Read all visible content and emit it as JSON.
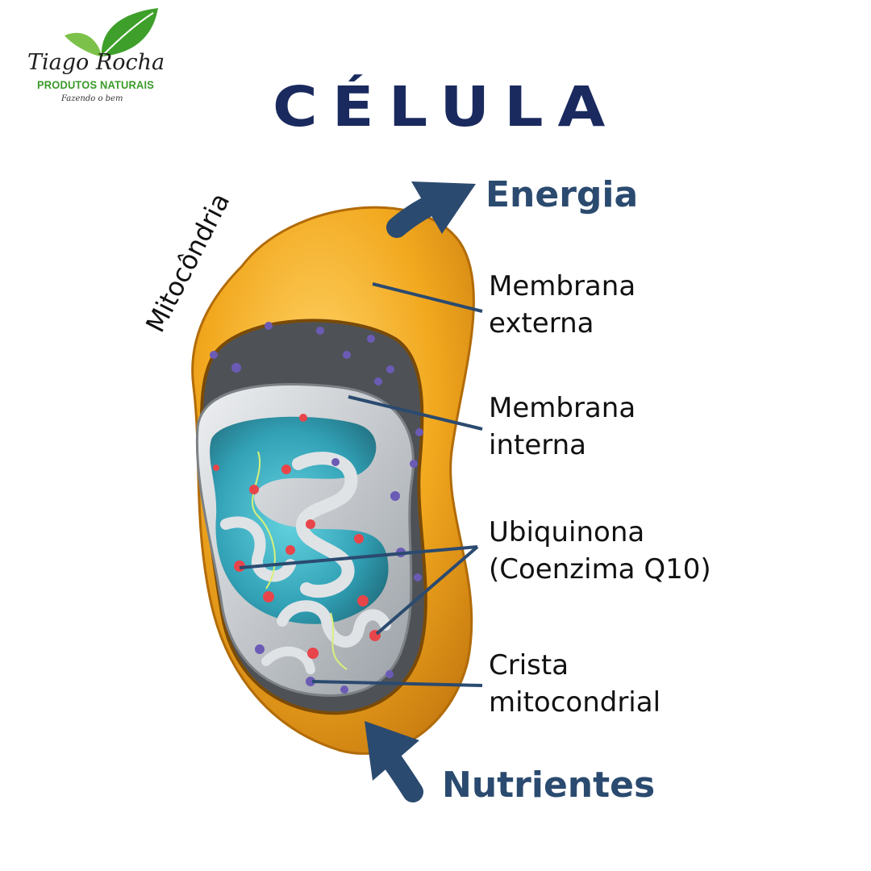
{
  "logo": {
    "brand": "Tiago Rocha",
    "subtitle": "PRODUTOS NATURAIS",
    "tagline": "Fazendo o bem",
    "leaf_colors": [
      "#3ea02a",
      "#7cc24a"
    ]
  },
  "title": "CÉLULA",
  "diagram": {
    "organelle_label": "Mitocôndria",
    "energy_label": "Energia",
    "nutrients_label": "Nutrientes",
    "labels": {
      "outer_membrane": [
        "Membrana",
        "externa"
      ],
      "inner_membrane": [
        "Membrana",
        "interna"
      ],
      "ubiquinone": [
        "Ubiquinona",
        "(Coenzima Q10)"
      ],
      "crista": [
        "Crista",
        "mitocondrial"
      ]
    },
    "colors": {
      "title": "#1a2a5e",
      "arrow": "#2b4a6f",
      "outer_membrane": "#f2a81e",
      "matrix": "#2a9fb5",
      "inner_membrane": "#c9cdd2",
      "particle_red": "#e8454a",
      "particle_purple": "#6b5bb5"
    }
  }
}
